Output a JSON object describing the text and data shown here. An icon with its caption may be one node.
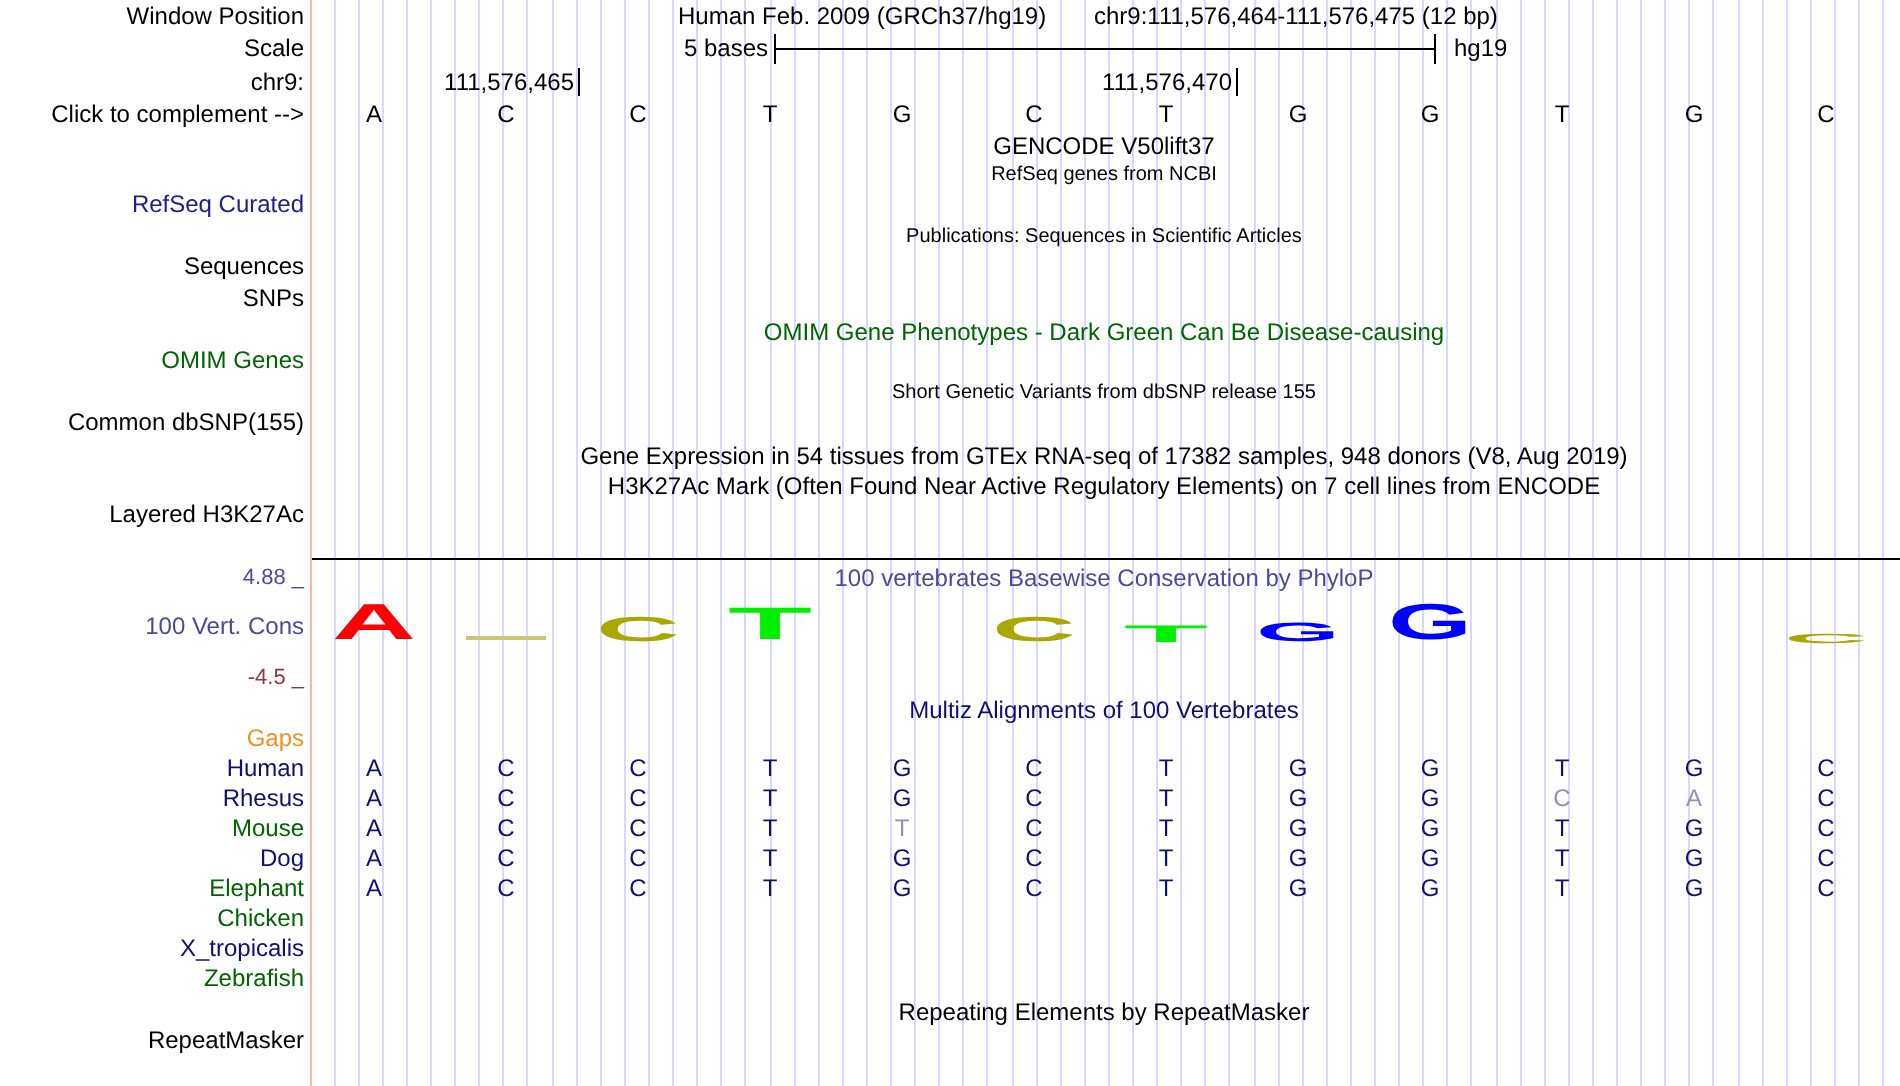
{
  "diagram": {
    "labels": [
      "Window Position",
      "Human Feb. 2009 (GRCh37/hg19)",
      "chr9:111,576,464-111,576,475 (12 bp)",
      "Scale",
      "5 bases",
      "hg19",
      "chr9:",
      "111,576,465",
      "111,576,470",
      "Click to complement -->",
      "A",
      "C",
      "C",
      "T",
      "G",
      "C",
      "T",
      "G",
      "G",
      "T",
      "G",
      "C",
      "GENCODE V50lift37",
      "RefSeq genes from NCBI",
      "RefSeq Curated",
      "Publications: Sequences in Scientific Articles",
      "Sequences",
      "SNPs",
      "OMIM Gene Phenotypes - Dark Green Can Be Disease-causing",
      "OMIM Genes",
      "Short Genetic Variants from dbSNP release 155",
      "Common dbSNP(155)",
      "Gene Expression in 54 tissues from GTEx RNA-seq of 17382 samples, 948 donors (V8, Aug 2019)",
      "H3K27Ac Mark (Often Found Near Active Regulatory Elements) on 7 cell lines from ENCODE",
      "Layered H3K27Ac",
      "4.88 _",
      "100 vertebrates Basewise Conservation by PhyloP",
      "100 Vert. Cons",
      "A",
      "C",
      "T",
      "C",
      "T",
      "G",
      "G",
      "C",
      "-4.5 _",
      "Multiz Alignments of 100 Vertebrates",
      "Gaps",
      "Human",
      "A",
      "C",
      "C",
      "T",
      "G",
      "C",
      "T",
      "G",
      "G",
      "T",
      "G",
      "C",
      "Rhesus",
      "A",
      "C",
      "C",
      "T",
      "G",
      "C",
      "T",
      "G",
      "G",
      "C",
      "A",
      "C",
      "Mouse",
      "A",
      "C",
      "C",
      "T",
      "T",
      "C",
      "T",
      "G",
      "G",
      "T",
      "G",
      "C",
      "Dog",
      "A",
      "C",
      "C",
      "T",
      "G",
      "C",
      "T",
      "G",
      "G",
      "T",
      "G",
      "C",
      "Elephant",
      "A",
      "C",
      "C",
      "T",
      "G",
      "C",
      "T",
      "G",
      "G",
      "T",
      "G",
      "C",
      "Chicken",
      "X_tropicalis",
      "Zebrafish",
      "Repeating Elements by RepeatMasker",
      "RepeatMasker"
    ]
  }
}
